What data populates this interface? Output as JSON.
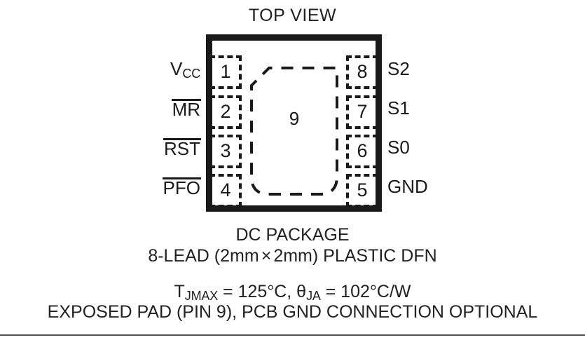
{
  "diagram": {
    "title": "TOP VIEW",
    "package_label": "9",
    "left_pins": [
      {
        "number": "1",
        "name": "V",
        "name_sub": "CC",
        "overbar": false
      },
      {
        "number": "2",
        "name": "MR",
        "name_sub": "",
        "overbar": true
      },
      {
        "number": "3",
        "name": "RST",
        "name_sub": "",
        "overbar": true
      },
      {
        "number": "4",
        "name": "PFO",
        "name_sub": "",
        "overbar": true
      }
    ],
    "right_pins": [
      {
        "number": "8",
        "name": "S2"
      },
      {
        "number": "7",
        "name": "S1"
      },
      {
        "number": "6",
        "name": "S0"
      },
      {
        "number": "5",
        "name": "GND"
      }
    ]
  },
  "caption": {
    "line1": "DC PACKAGE",
    "line2_prefix": "8-LEAD (2mm",
    "line2_times": "×",
    "line2_suffix": "2mm) PLASTIC DFN",
    "thermal": {
      "t_symbol": "T",
      "t_sub": "JMAX",
      "t_value": " = 125°C, ",
      "theta_symbol": "θ",
      "theta_sub": "JA",
      "theta_value": " = 102°C/W"
    },
    "line4": "EXPOSED PAD (PIN 9), PCB GND CONNECTION OPTIONAL"
  },
  "colors": {
    "ink": "#1a1a1a",
    "text": "#222222",
    "rule": "#555555",
    "background": "#ffffff"
  }
}
